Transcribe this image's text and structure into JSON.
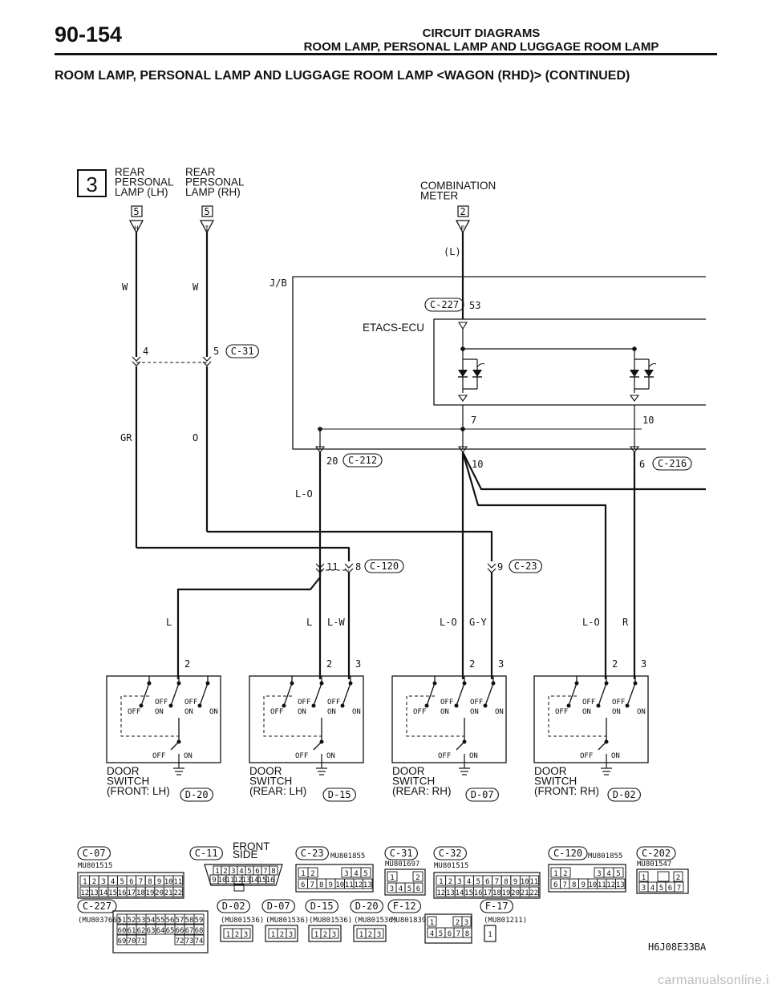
{
  "header": {
    "page_number": "90-154",
    "title_line1": "CIRCUIT DIAGRAMS",
    "title_line2": "ROOM LAMP, PERSONAL LAMP AND LUGGAGE ROOM LAMP"
  },
  "section_title": "ROOM LAMP, PERSONAL LAMP AND LUGGAGE ROOM LAMP <WAGON (RHD)> (CONTINUED)",
  "diagram": {
    "page_marker": "3",
    "rear_lh": {
      "name": [
        "REAR",
        "PERSONAL",
        "LAMP (LH)"
      ],
      "pin": "5",
      "conn": "H",
      "wire_upper": "W",
      "jc_pin": "4",
      "wire_lower": "GR"
    },
    "rear_rh": {
      "name": [
        "REAR",
        "PERSONAL",
        "LAMP (RH)"
      ],
      "pin": "5",
      "conn": "I",
      "wire_upper": "W",
      "jc_pin": "5",
      "wire_lower": "O"
    },
    "jc_c31": "C-31",
    "meter": {
      "name": [
        "COMBINATION",
        "METER"
      ],
      "pin": "2",
      "conn": "F",
      "wire": "(L)"
    },
    "jb": "J/B",
    "etacs": "ETACS-ECU",
    "c227": {
      "tag": "C-227",
      "pin": "53"
    },
    "ecu_pins": {
      "left": "7",
      "right": "10"
    },
    "c212": {
      "tag": "C-212",
      "pin": "20"
    },
    "c212_pin2": "10",
    "c216": {
      "tag": "C-216",
      "pin": "6"
    },
    "wire_lo": "L-O",
    "c120": {
      "tag": "C-120",
      "pin_a": "11",
      "pin_b": "8"
    },
    "c23": {
      "tag": "C-23",
      "pin": "9"
    },
    "wires_mid": [
      "L",
      "L",
      "L-W",
      "L-O",
      "G-Y",
      "L-O",
      "R"
    ],
    "switches": [
      {
        "name": [
          "DOOR",
          "SWITCH",
          "(FRONT: LH)"
        ],
        "tag": "D-20",
        "pins": [
          "2"
        ]
      },
      {
        "name": [
          "DOOR",
          "SWITCH",
          "(REAR: LH)"
        ],
        "tag": "D-15",
        "pins": [
          "2",
          "3"
        ]
      },
      {
        "name": [
          "DOOR",
          "SWITCH",
          "(REAR: RH)"
        ],
        "tag": "D-07",
        "pins": [
          "2",
          "3"
        ]
      },
      {
        "name": [
          "DOOR",
          "SWITCH",
          "(FRONT: RH)"
        ],
        "tag": "D-02",
        "pins": [
          "2",
          "3"
        ]
      }
    ],
    "sw_states": {
      "off": "OFF",
      "on": "ON"
    },
    "connectors": [
      {
        "tag": "C-07",
        "part": "MU801515"
      },
      {
        "tag": "C-11",
        "part": "FRONT SIDE"
      },
      {
        "tag": "C-23",
        "part": "MU801855"
      },
      {
        "tag": "C-31",
        "part": "MU801697"
      },
      {
        "tag": "C-32",
        "part": "MU801515"
      },
      {
        "tag": "C-120",
        "part": "MU801855"
      },
      {
        "tag": "C-202",
        "part": "MU801547"
      },
      {
        "tag": "C-227",
        "part": "(MU803766)"
      },
      {
        "tag": "D-02",
        "part": "(MU801536)"
      },
      {
        "tag": "D-07",
        "part": "(MU801536)"
      },
      {
        "tag": "D-15",
        "part": "(MU801536)"
      },
      {
        "tag": "D-20",
        "part": "(MU801536)"
      },
      {
        "tag": "F-12",
        "part": "MU801839"
      },
      {
        "tag": "F-17",
        "part": "(MU801211)"
      }
    ],
    "figure_code": "H6J08E33BA"
  },
  "footer": "carmanualsonline.info"
}
